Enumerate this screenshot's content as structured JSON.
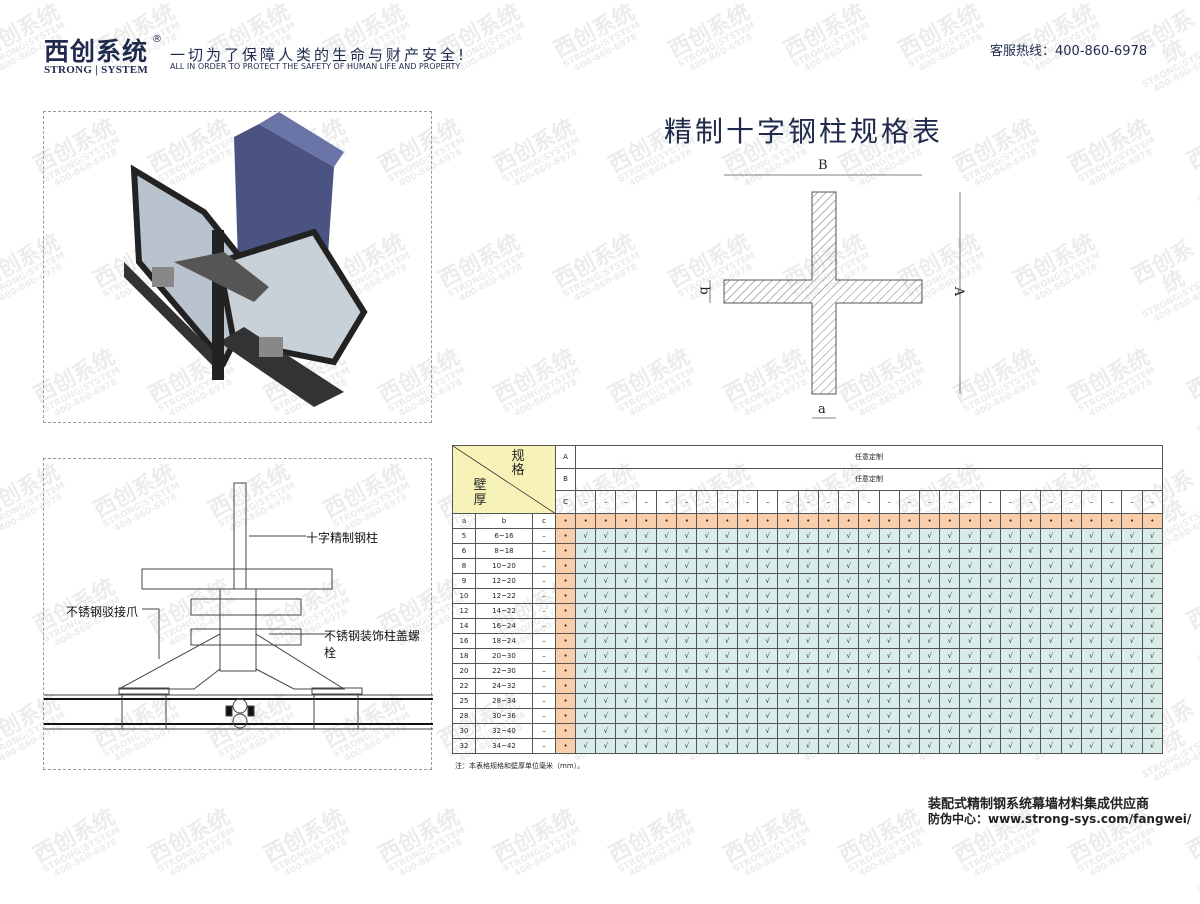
{
  "header": {
    "logo_cn": "西创系统",
    "logo_reg": "®",
    "logo_en": "STRONG | SYSTEM",
    "slogan_cn": "一切为了保障人类的生命与财产安全!",
    "slogan_en": "ALL IN ORDER TO PROTECT THE SAFETY OF HUMAN LIFE AND PROPERTY",
    "hotline": "客服热线：400-860-6978"
  },
  "title": "精制十字钢柱规格表",
  "cross_section": {
    "label_B": "B",
    "label_A": "A",
    "label_b": "b",
    "label_a": "a"
  },
  "detail": {
    "label_column": "十字精制钢柱",
    "label_claw": "不锈钢驳接爪",
    "label_bolt": "不锈钢装饰柱盖螺栓"
  },
  "table": {
    "corner_top": "规格",
    "corner_bottom": "壁厚",
    "row_A": {
      "label": "A",
      "value": "任意定制"
    },
    "row_B": {
      "label": "B",
      "value": "任意定制"
    },
    "row_C": {
      "label": "C",
      "cell": "–",
      "count": 29
    },
    "col_headers": [
      "a",
      "b",
      "c"
    ],
    "header_marker": "•",
    "check": "√",
    "rows": [
      [
        "5",
        "6~16",
        "–"
      ],
      [
        "6",
        "8~18",
        "–"
      ],
      [
        "8",
        "10~20",
        "–"
      ],
      [
        "9",
        "12~20",
        "–"
      ],
      [
        "10",
        "12~22",
        "–"
      ],
      [
        "12",
        "14~22",
        "–"
      ],
      [
        "14",
        "16~24",
        "–"
      ],
      [
        "16",
        "18~24",
        "–"
      ],
      [
        "18",
        "20~30",
        "–"
      ],
      [
        "20",
        "22~30",
        "–"
      ],
      [
        "22",
        "24~32",
        "–"
      ],
      [
        "25",
        "28~34",
        "–"
      ],
      [
        "28",
        "30~36",
        "–"
      ],
      [
        "30",
        "32~40",
        "–"
      ],
      [
        "32",
        "34~42",
        "–"
      ]
    ],
    "colors": {
      "corner": "#f7f3b8",
      "marker": "#f9cfab",
      "check": "#d8ecea"
    }
  },
  "note": "注：本表格规格和壁厚单位毫米（mm）。",
  "footer": {
    "line1": "装配式精制钢系统幕墙材料集成供应商",
    "line2": "防伪中心：www.strong-sys.com/fangwei/"
  },
  "watermark": {
    "cn": "西创系统",
    "en": "STRONG|SYSTEM",
    "tel": "400-860-6978"
  }
}
